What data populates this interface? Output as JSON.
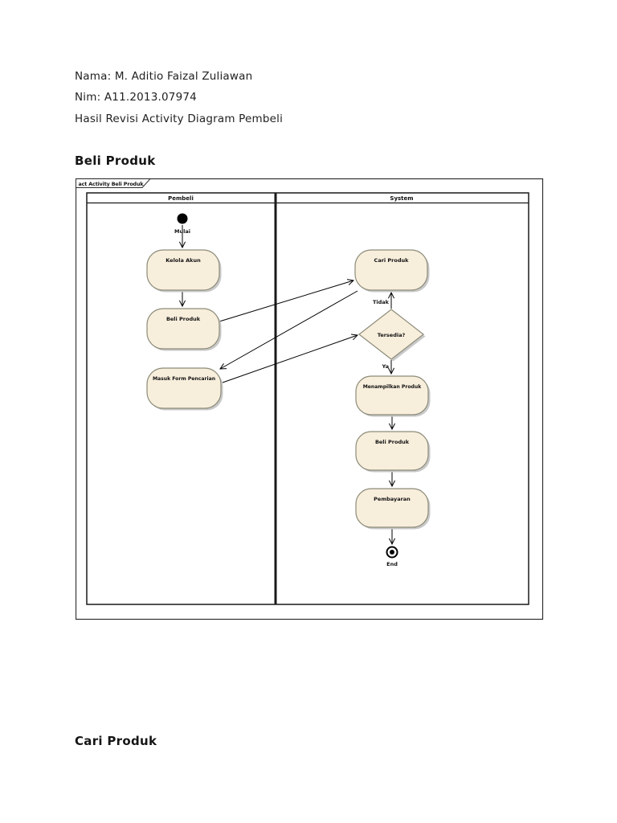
{
  "page": {
    "header": {
      "nama": "Nama: M. Aditio Faizal Zuliawan",
      "nim": "Nim: A11.2013.07974",
      "hasil": "Hasil Revisi Activity Diagram Pembeli"
    },
    "section_beli_title": "Beli Produk",
    "section_cari_title": "Cari Produk"
  },
  "diagram": {
    "frame_label": "act Activity Beli Produk",
    "lanes": {
      "pembeli": "Pembeli",
      "system": "System"
    },
    "nodes": {
      "start": "Mulai",
      "kelola_akun": "Kelola Akun",
      "beli_produk_pembeli": "Beli Produk",
      "masuk_form_pencarian": "Masuk Form Pencarian",
      "cari_produk": "Cari Produk",
      "decision": "Tersedia?",
      "menampilkan_produk": "Menampilkan Produk",
      "beli_produk_system": "Beli Produk",
      "pembayaran": "Pembayaran",
      "end": "End"
    },
    "edge_labels": {
      "tidak": "Tidak",
      "ya": "Ya"
    },
    "colors": {
      "node_fill": "#F8EEDC",
      "node_border": "#8C8C7A",
      "shadow": "#C9C9C9",
      "line": "#000000"
    }
  }
}
